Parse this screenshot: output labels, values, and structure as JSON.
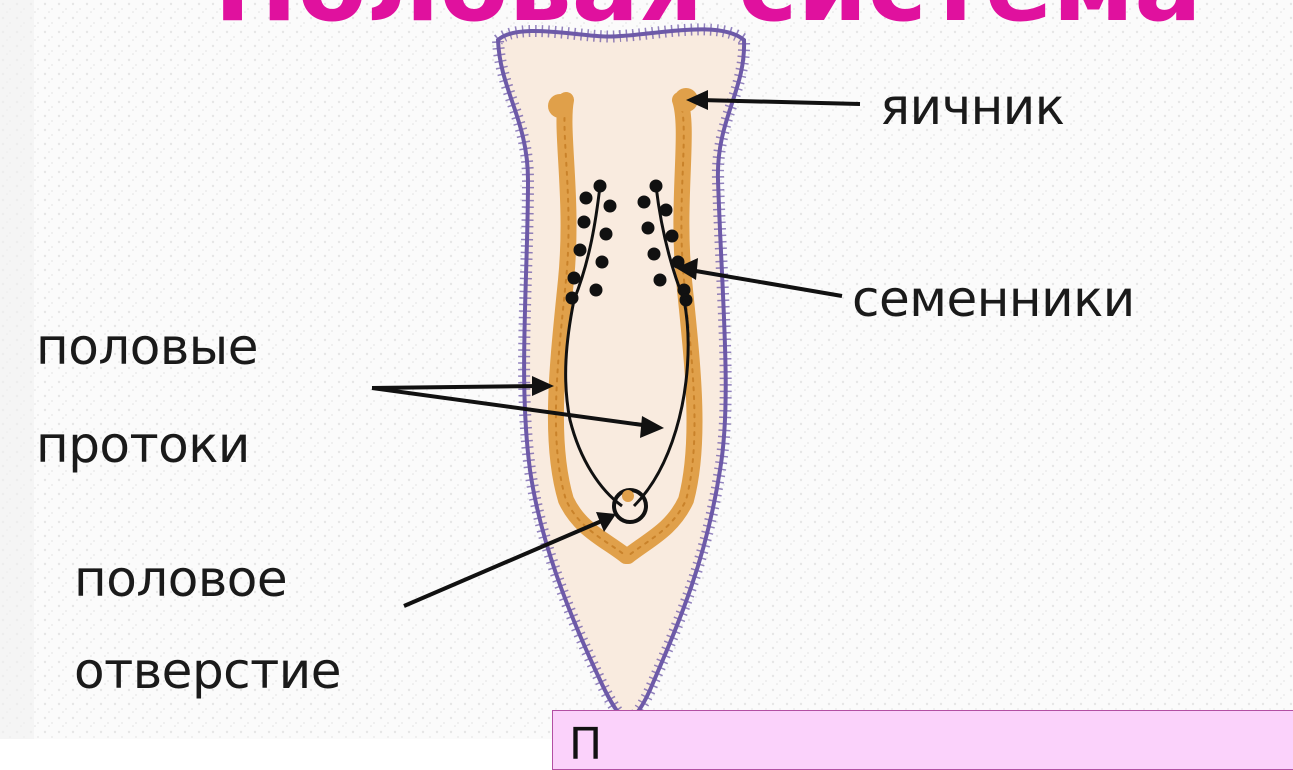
{
  "slide": {
    "title": "Половая система",
    "note_text": "П"
  },
  "labels": {
    "ovary": "яичник",
    "testes": "семенники",
    "ducts_line1": "половые",
    "ducts_line2": "протоки",
    "pore_line1": "половое",
    "pore_line2": "отверстие"
  },
  "colors": {
    "title": "#e0119e",
    "body_fill": "#f9ebdf",
    "body_outline": "#6d5aa8",
    "ovary_duct": "#e0a04a",
    "note_box": "#fbd2fb"
  }
}
